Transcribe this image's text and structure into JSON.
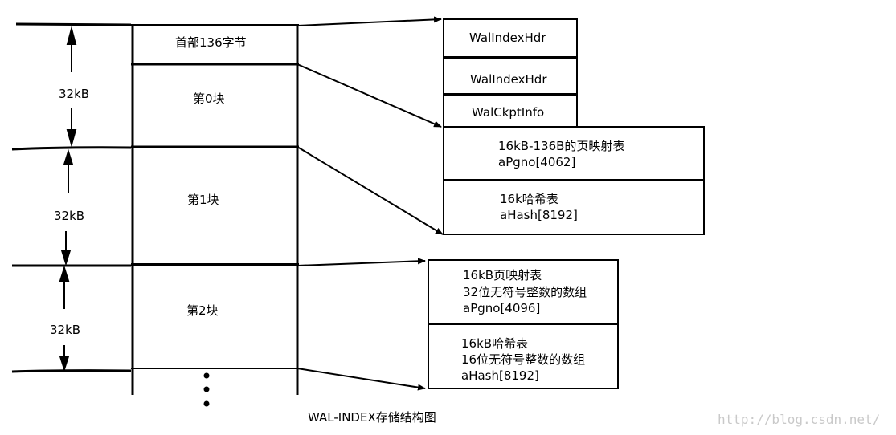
{
  "main": {
    "header": "首部136字节",
    "block0": "第0块",
    "block1": "第1块",
    "block2": "第2块"
  },
  "sizes": {
    "s0": "32kB",
    "s1": "32kB",
    "s2": "32kB"
  },
  "index0": {
    "hdr1": "WalIndexHdr",
    "hdr2": "WalIndexHdr",
    "ckpt": "WalCkptInfo",
    "pgmap_line1": "16kB-136B的页映射表",
    "pgmap_line2": "aPgno[4062]",
    "hash_line1": "16k哈希表",
    "hash_line2": "aHash[8192]"
  },
  "index1": {
    "pgmap_line1": "16kB页映射表",
    "pgmap_line2": "32位无符号整数的数组",
    "pgmap_line3": "aPgno[4096]",
    "hash_line1": "16kB哈希表",
    "hash_line2": "16位无符号整数的数组",
    "hash_line3": "aHash[8192]"
  },
  "caption": "WAL-INDEX存储结构图",
  "watermark": "http://blog.csdn.net/"
}
